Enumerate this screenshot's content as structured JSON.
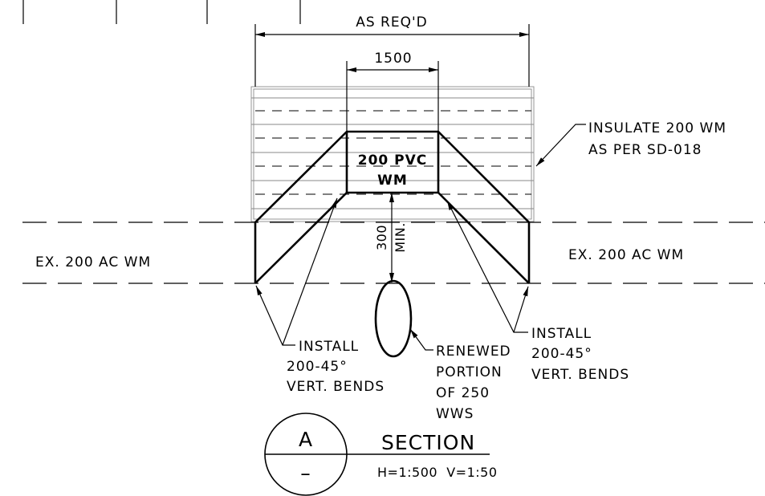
{
  "dimensions": {
    "overall": "AS REQ'D",
    "inner": "1500",
    "vertical_clearance_value": "300",
    "vertical_clearance_qualifier": "MIN."
  },
  "pipe": {
    "line1": "200 PVC",
    "line2": "WM"
  },
  "insulation_note": {
    "line1": "INSULATE 200 WM",
    "line2": "AS PER SD-018"
  },
  "existing_main_left": "EX. 200 AC WM",
  "existing_main_right": "EX. 200 AC WM",
  "bends_left": {
    "line1": "INSTALL",
    "line2": "200-45°",
    "line3": "VERT. BENDS"
  },
  "bends_right": {
    "line1": "INSTALL",
    "line2": "200-45°",
    "line3": "VERT. BENDS"
  },
  "sewer_note": {
    "line1": "RENEWED",
    "line2": "PORTION",
    "line3": "OF 250",
    "line4": "WWS"
  },
  "section_marker": {
    "letter": "A",
    "sheet": "–",
    "title": "SECTION",
    "scale": "H=1:500  V=1:50"
  }
}
